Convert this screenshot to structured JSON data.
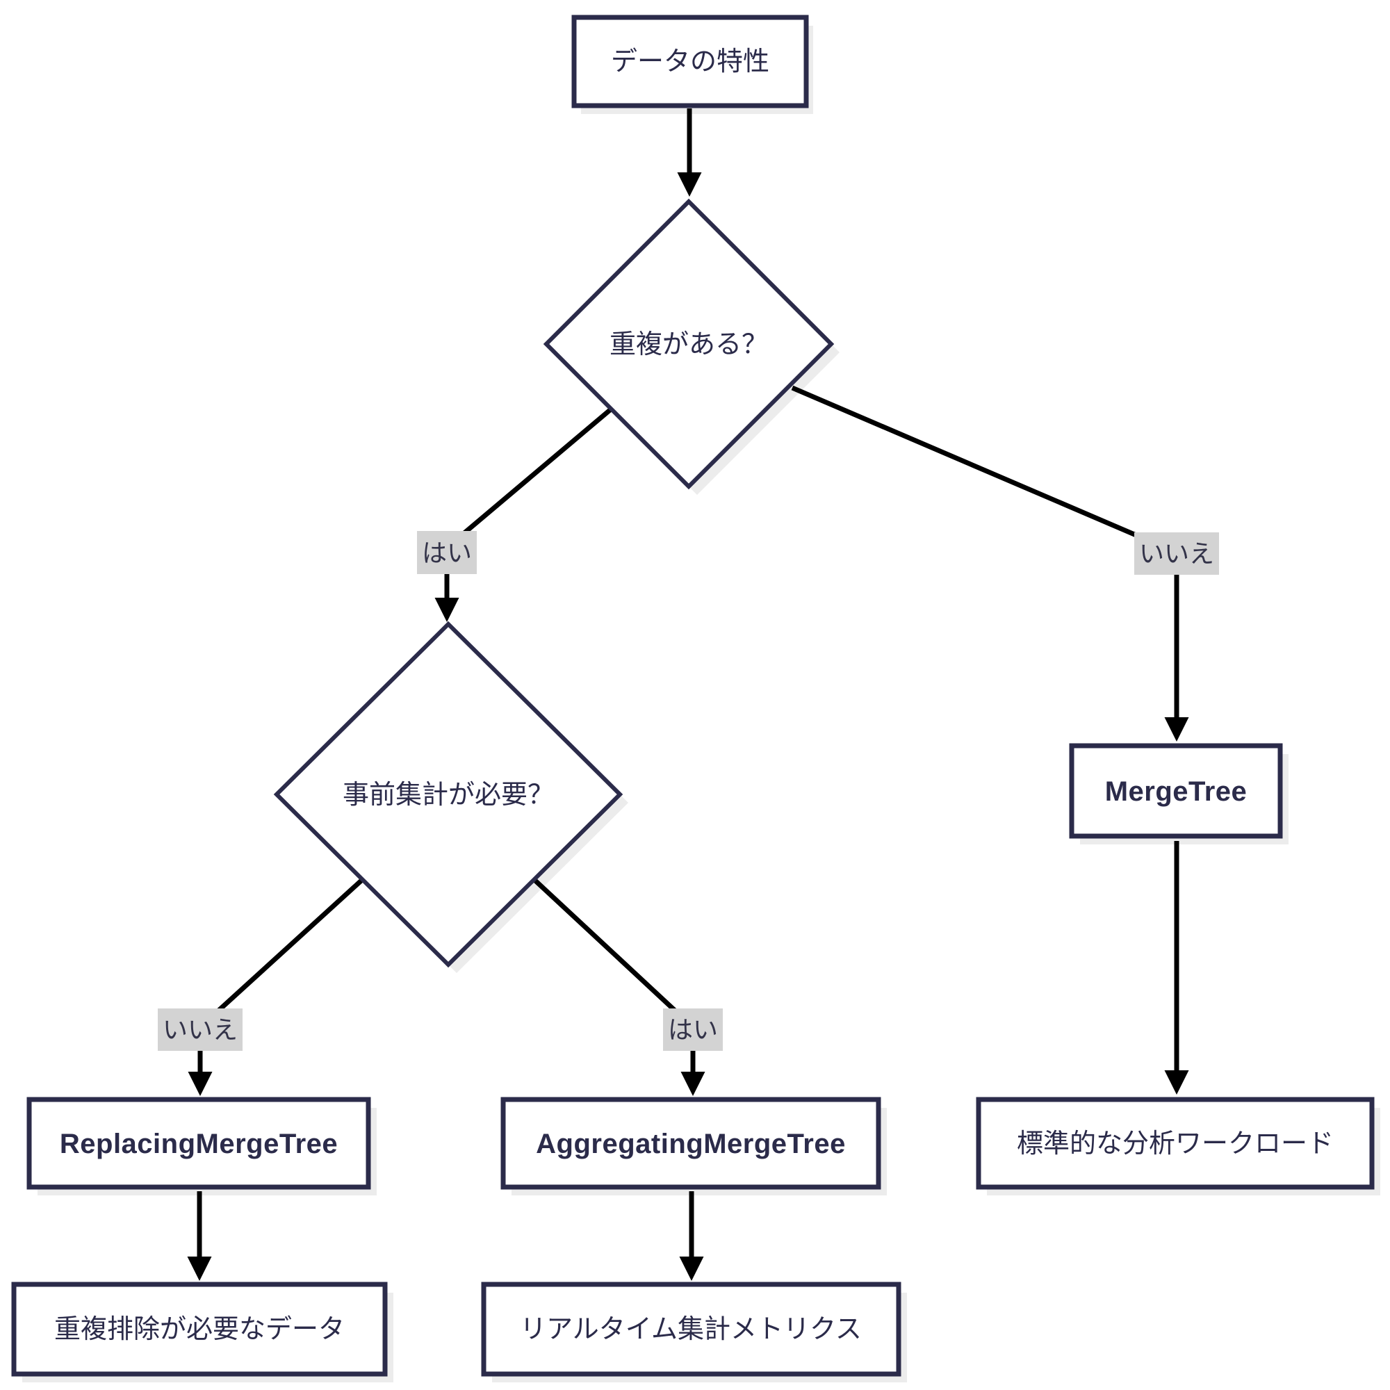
{
  "diagram": {
    "type": "flowchart",
    "orientation": "top-down",
    "nodes": {
      "root": {
        "label": "データの特性",
        "shape": "rectangle"
      },
      "q_duplicates": {
        "label": "重複がある？",
        "shape": "diamond"
      },
      "q_preagg": {
        "label": "事前集計が必要？",
        "shape": "diamond"
      },
      "replacing": {
        "label": "ReplacingMergeTree",
        "shape": "rectangle"
      },
      "aggregating": {
        "label": "AggregatingMergeTree",
        "shape": "rectangle"
      },
      "mergetree": {
        "label": "MergeTree",
        "shape": "rectangle"
      },
      "dedup": {
        "label": "重複排除が必要なデータ",
        "shape": "rectangle"
      },
      "realtime": {
        "label": "リアルタイム集計メトリクス",
        "shape": "rectangle"
      },
      "standard": {
        "label": "標準的な分析ワークロード",
        "shape": "rectangle"
      }
    },
    "edges": [
      {
        "from": "root",
        "to": "q_duplicates",
        "label": ""
      },
      {
        "from": "q_duplicates",
        "to": "q_preagg",
        "label": "はい"
      },
      {
        "from": "q_duplicates",
        "to": "mergetree",
        "label": "いいえ"
      },
      {
        "from": "q_preagg",
        "to": "replacing",
        "label": "いいえ"
      },
      {
        "from": "q_preagg",
        "to": "aggregating",
        "label": "はい"
      },
      {
        "from": "replacing",
        "to": "dedup",
        "label": ""
      },
      {
        "from": "aggregating",
        "to": "realtime",
        "label": ""
      },
      {
        "from": "mergetree",
        "to": "standard",
        "label": ""
      }
    ],
    "colors": {
      "node_border": "#2b2b4a",
      "node_fill": "#ffffff",
      "node_text": "#2b2b4a",
      "edge_line": "#000000",
      "edge_label_bg": "#d3d3d3",
      "edge_label_text": "#333349",
      "shadow": "#ececec",
      "background": "#ffffff"
    }
  }
}
